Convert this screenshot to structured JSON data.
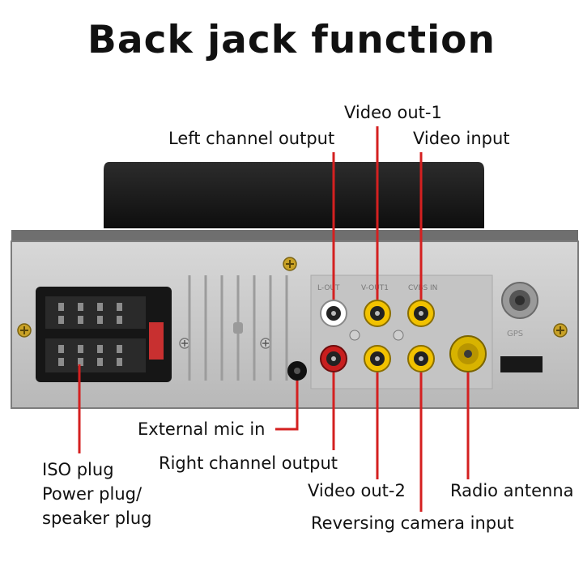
{
  "title": "Back jack function",
  "labels": {
    "video_out_1": "Video out-1",
    "left_channel": "Left channel output",
    "video_input": "Video input",
    "external_mic": "External mic in",
    "iso_plug_line1": "ISO plug",
    "iso_plug_line2": "Power plug/",
    "iso_plug_line3": "speaker plug",
    "right_channel": "Right channel output",
    "video_out_2": "Video out-2",
    "radio_antenna": "Radio antenna",
    "reversing_camera": "Reversing camera input"
  },
  "panel_markings": {
    "l_out": "L-OUT",
    "v_out1": "V-OUT1",
    "cvbs": "CVBS IN",
    "gps": "GPS"
  },
  "colors": {
    "pointer_line": "#d42020",
    "panel": "#c9c9c9",
    "rca_yellow": "#f2c200",
    "rca_red": "#c81e1e",
    "rca_white": "#f4f4f4"
  }
}
